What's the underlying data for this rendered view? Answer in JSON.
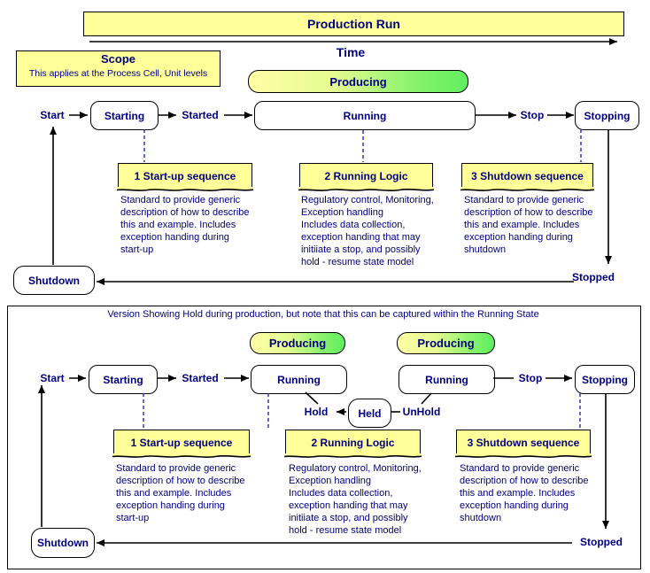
{
  "colors": {
    "highlight_yellow": "#ffff99",
    "text_navy": "#000080",
    "producing_green": "#5fee5f",
    "dashed_blue": "#3333cc"
  },
  "timeline": {
    "production_run_label": "Production Run",
    "time_label": "Time"
  },
  "scope_note": {
    "title": "Scope",
    "body": "This applies at the Process Cell, Unit levels"
  },
  "top_diagram": {
    "producing_label": "Producing",
    "start_label": "Start",
    "starting_label": "Starting",
    "started_label": "Started",
    "running_label": "Running",
    "stop_label": "Stop",
    "stopping_label": "Stopping",
    "shutdown_label": "Shutdown",
    "stopped_label": "Stopped",
    "notes": [
      {
        "title": "1 Start-up sequence",
        "body": "Standard to provide generic\ndescription of how to describe\nthis and example. Includes\nexception handing during\nstart-up"
      },
      {
        "title": "2 Running Logic",
        "body": "Regulatory control, Monitoring,\nException handling\nIncludes data collection,\nexception handing that may\ninitiiate a stop, and possibly\nhold - resume state model"
      },
      {
        "title": "3 Shutdown sequence",
        "body": "Standard to provide generic\ndescription of how to describe\nthis and example. Includes\nexception handing during\nshutdown"
      }
    ]
  },
  "bottom_diagram": {
    "caption": "Version Showing Hold during production, but note that this can be captured within the Running State",
    "producing_left_label": "Producing",
    "producing_right_label": "Producing",
    "start_label": "Start",
    "starting_label": "Starting",
    "started_label": "Started",
    "running_left_label": "Running",
    "running_right_label": "Running",
    "hold_label": "Hold",
    "held_label": "Held",
    "unhold_label": "UnHold",
    "stop_label": "Stop",
    "stopping_label": "Stopping",
    "shutdown_label": "Shutdown",
    "stopped_label": "Stopped",
    "notes": [
      {
        "title": "1 Start-up sequence",
        "body": "Standard to provide generic\ndescription of how to describe\nthis and example. Includes\nexception handing during\nstart-up"
      },
      {
        "title": "2 Running Logic",
        "body": "Regulatory control, Monitoring,\nException handling\nIncludes data collection,\nexception handing that may\ninitiiate a stop, and possibly\nhold - resume state model"
      },
      {
        "title": "3 Shutdown sequence",
        "body": "Standard to provide generic\ndescription of how to describe\nthis and example. Includes\nexception handing during\nshutdown"
      }
    ]
  }
}
